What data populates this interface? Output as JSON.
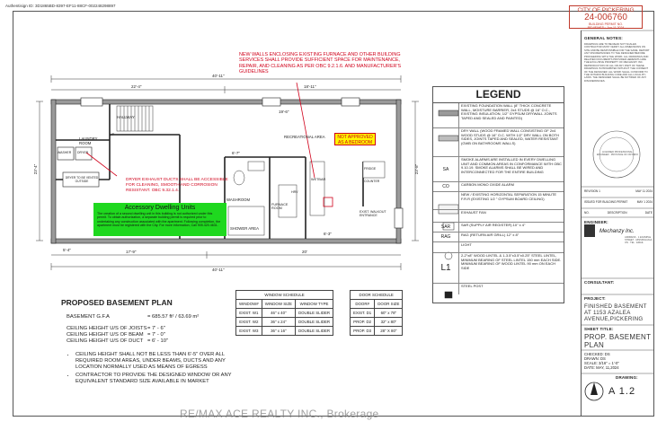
{
  "doc_id": "Authentisign ID: 3D1865BD-8397-EF11-88CF-002248298897",
  "stamp": {
    "city": "CITY OF PICKERING",
    "number": "24-006760",
    "sub": "BUILDING PERMIT NO.",
    "small": "REVIEWED · Jun 11 2024"
  },
  "red_note": "NEW WALLS ENCLOSING EXISTING FURNACE AND OTHER BUILDING SERVICES SHALL PROVIDE SUFFICIENT SPACE FOR MAINTENANCE, REPAIR, AND CLEANING AS PER OBC 9.2.1.6. AND MANUFACTURER'S GUIDELINES",
  "not_approved": "NOT APPROVED AS A BEDROOM",
  "dryer_note": "DRYER EXHAUST DUCTS SHALL BE ACCESSIBLE FOR CLEANING, SMOOTH AND CORROSION RESISTANT. OBC 9.32.1.4.",
  "accessory": {
    "title": "Accessory Dwelling Units",
    "body": "The creation of a second dwelling unit in this building is not authorized under this permit. To obtain authorization, a separate building permit is required prior to undertaking any construction associated with the apartment. Following completion, the apartment must be registered with the City. For more information, Call 905.420.4631."
  },
  "plan_labels": {
    "hallway": "HALLWAY",
    "recreational": "RECREATIONAL AREA",
    "laundry": "LAUNDRY ROOM",
    "washer": "WASHER",
    "dryer": "DRYER",
    "dryer_vent": "DRYER TO BE VENTED OUTSIDE",
    "fridge": "FRIDGE",
    "counter": "COUNTER",
    "washroom": "WASHROOM",
    "shower": "SHOWER AREA",
    "furnace": "FURNACE ROOM",
    "hrv": "HRV",
    "wetbar": "WETBAR",
    "up": "UP",
    "walkout": "EXIST. WALKOUT ENTRANCE",
    "dims": {
      "top_total": "40'-11\"",
      "top_left": "22'-4\"",
      "top_mid": "18'-11\"",
      "bottom_total": "40'-11\"",
      "bottom_left": "17'-9\"",
      "bottom_mid": "20'",
      "left_side": "23'-4\"",
      "right_side": "23'-8\"",
      "inner_1": "19'-6\"",
      "inner_2": "6'-7\"",
      "inner_3": "6'-3\"",
      "inner_4": "5'-4\""
    }
  },
  "legend": {
    "title": "LEGEND",
    "rows": [
      {
        "sym": "",
        "text": "EXISTING FOUNDATION WALL (8\" THICK CONCRETE WALL, MOISTURE BARRIER, 2x4 STUDS @ 16\" O.C., EXISTING INSULATION, 1/2\" GYPSUM DRYWALL JOINTS TAPED AND SEALED AND PAINTED)"
      },
      {
        "sym": "",
        "text": "DRY WALL (WOOD FRAMED WALL CONSISTING OF 2x4 WOOD STUDS @ 16\" O.C. WITH 1/2\" DRY WALL ON BOTH SIDES, JOINTS TAPED AND SEALED, WATER RESISTANT (GWB ON BATHROOMS WALLS)"
      },
      {
        "sym": "SA",
        "text": "SMOKE ALARMS ARE INSTALLED IN EVERY DWELLING UNIT AND COMMON AREAS IN CONFORMANCE WITH OBC 9.10.19. SMOKE ALARMS SHALL BE WIRED AND INTERCONNECTED FOR THE ENTIRE BUILDING"
      },
      {
        "sym": "CO",
        "text": "CARBON MONO OXIDE ALARM"
      },
      {
        "sym": "",
        "text": "NEW / EXISTING HORIZONTAL SEPARATION 15 MINUTE F.R.R (EXISTING 1/2 \" GYPSUM BOARD CEILING)"
      },
      {
        "sym": "",
        "text": "EXHAUST FAN"
      },
      {
        "sym": "SAR",
        "text": "SAR (SUPPLY AIR REGISTER) 10\" x 4\""
      },
      {
        "sym": "RAG",
        "text": "RAG (RETURN AIR GRILL) 12\" x 8\""
      },
      {
        "sym": "",
        "text": "LIGHT"
      },
      {
        "sym": "L1",
        "text": "2-2\"x8\" WOOD LINTEL & 1-3.5\"x3.5\"x0.25\" STEEL LINTEL, MINIMUM BEARING OF STEEL LINTEL 150 mm EACH SIDE. MINIMUM BEARING OF WOOD LINTEL 90 mm ON EACH SIDE"
      },
      {
        "sym": "",
        "text": "STEEL POST"
      }
    ]
  },
  "proposed": {
    "title": "PROPOSED BASEMENT PLAN",
    "area_label": "BASEMENT G.F.A",
    "area_value": "= 685.57 ft² / 63.69 m²",
    "h1_label": "CEILING HEIGHT U/S OF JOISTS",
    "h1_value": "= 7' - 6\"",
    "h2_label": "CEILING HEIGHT U/S OF BEAM",
    "h2_value": "= 7' - 0\"",
    "h3_label": "CEILING HEIGHT U/S OF DUCT",
    "h3_value": "= 6' - 10\"",
    "bullets": [
      "CEILING HEIGHT SHALL NOT BE LESS THAN 6'-5\" OVER ALL REQUIRED ROOM AREAS, UNDER BEAMS, DUCTS AND ANY LOCATION NORMALLY USED AS MEANS OF EGRESS",
      "CONTRACTOR TO PROVIDE THE DESIGNED WINDOW OR ANY EQUIVALENT STANDARD SIZE AVAILABLE IN MARKET"
    ]
  },
  "window_schedule": {
    "title": "WINDOW SCHEDULE",
    "headers": [
      "WINDOW#",
      "WINDOW SIZE",
      "WINDOW TYPE"
    ],
    "rows": [
      [
        "EXIST. W1",
        "46\" x 40\"",
        "DOUBLE SLIDER"
      ],
      [
        "EXIST. W2",
        "36\" x 24\"",
        "DOUBLE SLIDER"
      ],
      [
        "EXIST. W3",
        "36\" x 16\"",
        "DOUBLE SLIDER"
      ]
    ]
  },
  "door_schedule": {
    "title": "DOOR SCHEDULE",
    "headers": [
      "DOOR#",
      "DOOR SIZE"
    ],
    "rows": [
      [
        "EXIST. D1",
        "60\" x 78\""
      ],
      [
        "PROP. D2",
        "32\" x 80\""
      ],
      [
        "PROP. D3",
        "28\" X 80\""
      ]
    ]
  },
  "title_block": {
    "general_notes_label": "GENERAL NOTES:",
    "general_notes": "DRAWINGS ARE TO BE READ NOT SCALED. CONTRACTOR MUST VERIFY ALL DIMENSIONS ON SITE AND BE RESPONSIBLE FOR THE SAME. REPORT ANY DISCREPANCIES TO THE DESIGNER BEFORE PROCEEDING WITH THE WORK. ALL DRAWINGS AND RELATED DOCUMENTS PROVIDED HEREWITH ARE THE EXCLUSIVE PROPERTY OF MECHANZY INC. REPRODUCTION OF ALL OR ANY PART OF THESE DRAWINGS IS PROHIBITED WITHOUT THE CONSENT OF THE DESIGNER. ALL WORK SHALL CONFORM TO THE ONTARIO BUILDING CODE AND ALL LOCAL BY-LAWS. THE DESIGNER SHALL BE NOTIFIED OF ANY DISCREPANCIES.",
    "seal_text": "LICENSED PROFESSIONAL ENGINEER · PROVINCE OF ONTARIO",
    "rev1": "REVISION 1",
    "rev1_date": "MAY 11 2024",
    "rev0": "ISSUED FOR BUILDING PERMIT",
    "rev0_date": "MAY 1 2024",
    "no_label": "NO.",
    "desc_label": "DESCRIPTION",
    "date_label": "DATE",
    "engineer_label": "ENGINEER:",
    "engineer_name": "Mechanzy Inc.",
    "engineer_addr": "ADDRESS · 1 EXAMPLE STREET · MISSISSAUGA, ON · TEL · EMAIL",
    "consultant_label": "CONSULTANT:",
    "project_label": "PROJECT:",
    "project_text": "FINISHED BASEMENT AT 1153 AZALEA AVENUE,PICKERING",
    "sheet_title_label": "SHEET TITLE:",
    "sheet_title": "PROP. BASEMENT PLAN",
    "checked": "CHECKED: DS",
    "drawn": "DRAWN: DS",
    "scale": "SCALE: 3/16\" = 1'-0\"",
    "date": "DATE: MAY, 11,2024",
    "drawing_label": "DRAWING:",
    "drawing_no": "A 1.2"
  },
  "watermark": "RE/MAX ACE REALTY INC., Brokerage"
}
